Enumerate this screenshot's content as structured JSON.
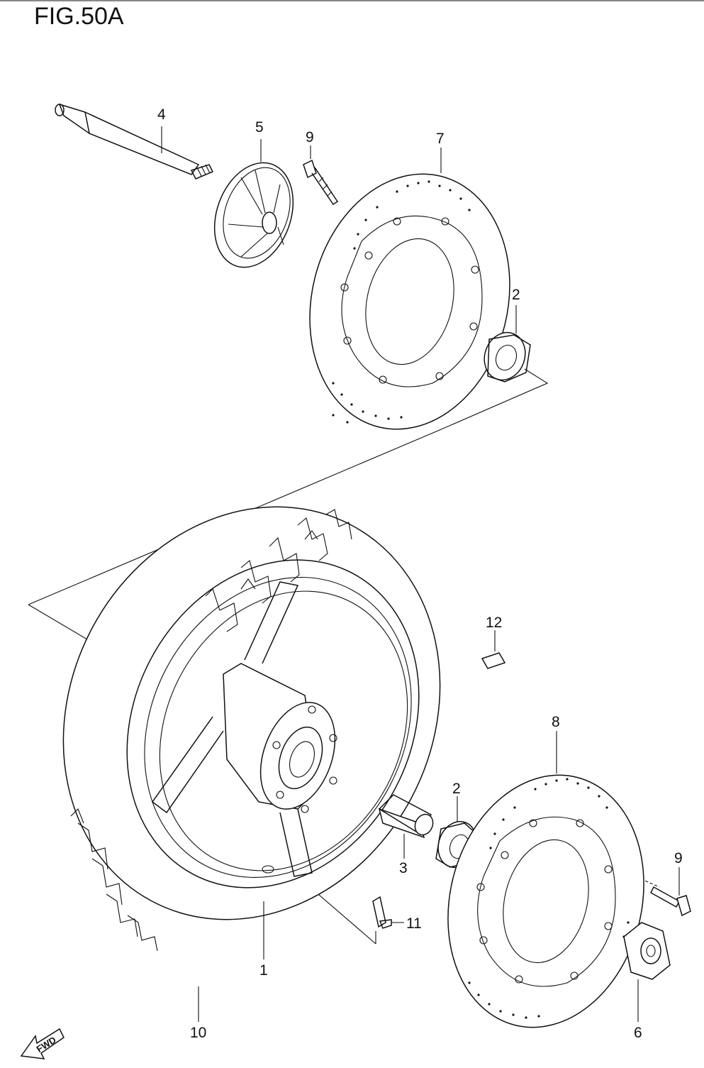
{
  "figure": {
    "title": "FIG.50A"
  },
  "parts": [
    {
      "id": "part-4",
      "number": "4"
    },
    {
      "id": "part-5",
      "number": "5"
    },
    {
      "id": "part-9a",
      "number": "9"
    },
    {
      "id": "part-7",
      "number": "7"
    },
    {
      "id": "part-2a",
      "number": "2"
    },
    {
      "id": "part-12",
      "number": "12"
    },
    {
      "id": "part-8",
      "number": "8"
    },
    {
      "id": "part-2b",
      "number": "2"
    },
    {
      "id": "part-9b",
      "number": "9"
    },
    {
      "id": "part-3",
      "number": "3"
    },
    {
      "id": "part-11",
      "number": "11"
    },
    {
      "id": "part-6",
      "number": "6"
    },
    {
      "id": "part-1",
      "number": "1"
    },
    {
      "id": "part-10",
      "number": "10"
    }
  ],
  "direction": {
    "label": "FWD"
  }
}
